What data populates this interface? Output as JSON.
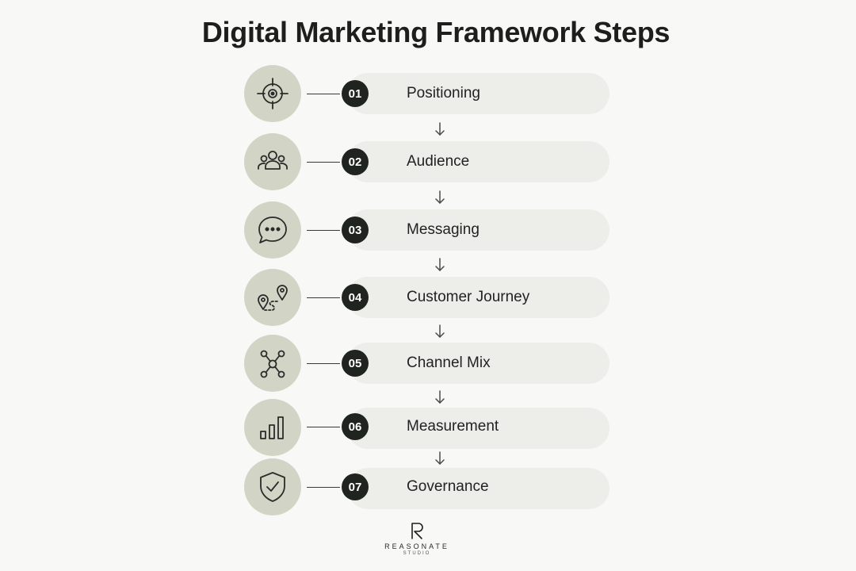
{
  "title": "Digital Marketing Framework Steps",
  "steps": [
    {
      "num": "01",
      "label": "Positioning",
      "icon": "target-icon"
    },
    {
      "num": "02",
      "label": "Audience",
      "icon": "people-icon"
    },
    {
      "num": "03",
      "label": "Messaging",
      "icon": "chat-bubble-icon"
    },
    {
      "num": "04",
      "label": "Customer Journey",
      "icon": "map-route-icon"
    },
    {
      "num": "05",
      "label": "Channel Mix",
      "icon": "network-icon"
    },
    {
      "num": "06",
      "label": "Measurement",
      "icon": "bar-chart-icon"
    },
    {
      "num": "07",
      "label": "Governance",
      "icon": "shield-check-icon"
    }
  ],
  "brand": {
    "name": "REASONATE",
    "sub": "STUDIO"
  },
  "colors": {
    "background": "#f8f8f6",
    "icon_circle": "#d2d5c6",
    "pill": "#ededea",
    "badge": "#1f241f"
  }
}
